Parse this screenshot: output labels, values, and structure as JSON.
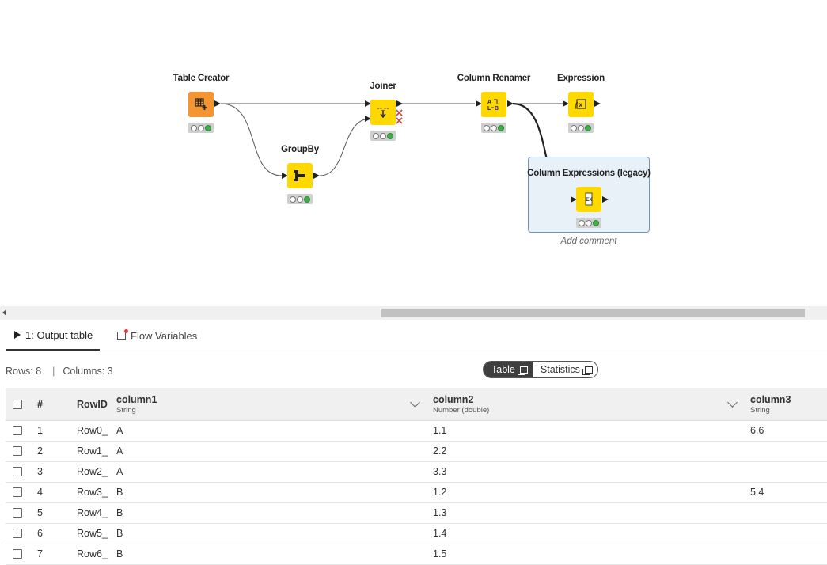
{
  "workflow": {
    "nodes": [
      {
        "id": "table-creator",
        "title": "Table Creator",
        "color": "#f59532"
      },
      {
        "id": "groupby",
        "title": "GroupBy",
        "color": "#ffd800"
      },
      {
        "id": "joiner",
        "title": "Joiner",
        "color": "#ffd800"
      },
      {
        "id": "column-renamer",
        "title": "Column Renamer",
        "color": "#ffd800"
      },
      {
        "id": "expression",
        "title": "Expression",
        "color": "#ffd800"
      },
      {
        "id": "column-expressions",
        "title": "Column Expressions (legacy)",
        "color": "#ffd800"
      }
    ],
    "add_comment": "Add comment"
  },
  "tabs": {
    "output_table": "1: Output table",
    "flow_variables": "Flow Variables"
  },
  "info": {
    "rows": "Rows: 8",
    "columns": "Columns: 3"
  },
  "view_toggle": {
    "table": "Table",
    "statistics": "Statistics"
  },
  "table": {
    "headers": {
      "index": "#",
      "rowid": "RowID",
      "columns": [
        {
          "name": "column1",
          "type": "String"
        },
        {
          "name": "column2",
          "type": "Number (double)"
        },
        {
          "name": "column3",
          "type": "String"
        }
      ]
    },
    "rows": [
      {
        "index": "1",
        "rowid": "Row0_",
        "column1": "A",
        "column2": "1.1",
        "column3": "6.6"
      },
      {
        "index": "2",
        "rowid": "Row1_",
        "column1": "A",
        "column2": "2.2",
        "column3": ""
      },
      {
        "index": "3",
        "rowid": "Row2_",
        "column1": "A",
        "column2": "3.3",
        "column3": ""
      },
      {
        "index": "4",
        "rowid": "Row3_",
        "column1": "B",
        "column2": "1.2",
        "column3": "5.4"
      },
      {
        "index": "5",
        "rowid": "Row4_",
        "column1": "B",
        "column2": "1.3",
        "column3": ""
      },
      {
        "index": "6",
        "rowid": "Row5_",
        "column1": "B",
        "column2": "1.4",
        "column3": ""
      },
      {
        "index": "7",
        "rowid": "Row6_",
        "column1": "B",
        "column2": "1.5",
        "column3": ""
      }
    ]
  }
}
